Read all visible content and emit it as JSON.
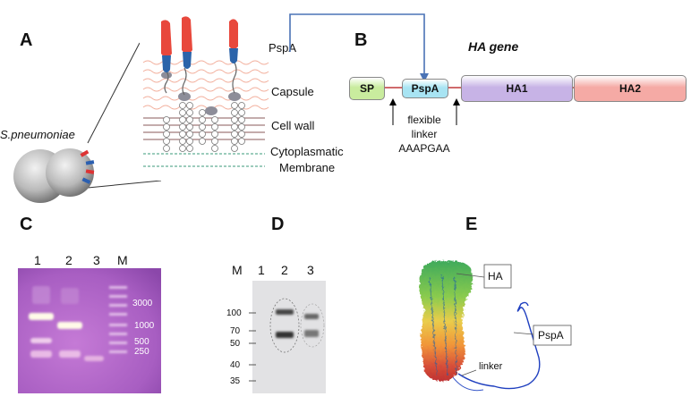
{
  "panels": {
    "A": {
      "letter": "A",
      "organism": "S.pneumoniae",
      "layers": [
        "PspA",
        "Capsule",
        "Cell wall",
        "Cytoplasmatic",
        "Membrane"
      ]
    },
    "B": {
      "letter": "B",
      "title": "HA gene",
      "segments": [
        "SP",
        "PspA",
        "HA1",
        "HA2"
      ],
      "linker": [
        "flexible",
        "linker",
        "AAAPGAA"
      ],
      "colors": {
        "sp": "#c9ec9e",
        "pspa": "#a8e4f3",
        "ha1": "#c7b3e6",
        "ha2": "#f5aaa5"
      }
    },
    "C": {
      "letter": "C",
      "lanes": [
        "1",
        "2",
        "3",
        "M"
      ],
      "ladder": [
        "3000",
        "1000",
        "500",
        "250"
      ]
    },
    "D": {
      "letter": "D",
      "lanes": [
        "M",
        "1",
        "2",
        "3"
      ],
      "markers": [
        "100",
        "70",
        "50",
        "40",
        "35"
      ]
    },
    "E": {
      "letter": "E",
      "labels": [
        "HA",
        "PspA",
        "linker"
      ]
    }
  }
}
